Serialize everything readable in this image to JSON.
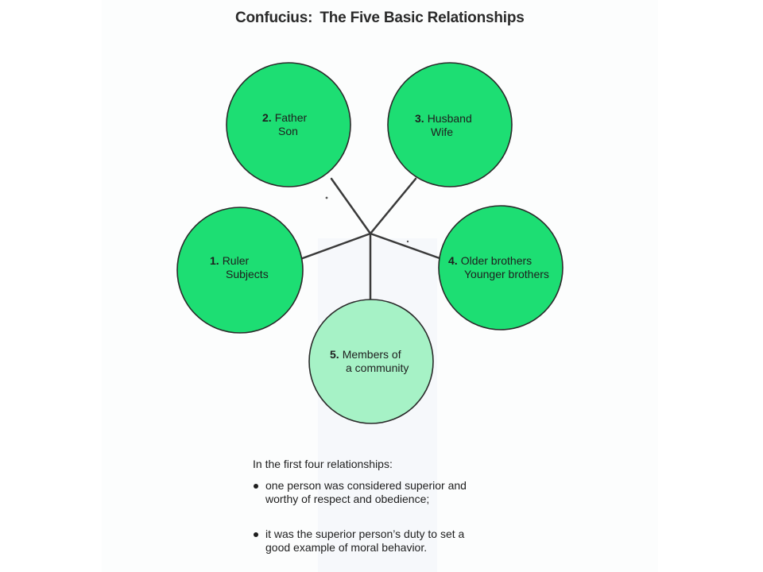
{
  "title": {
    "prefix": "Confucius:",
    "main": "The Five Basic Relationships"
  },
  "nodes": [
    {
      "number": "1.",
      "line1": "Ruler",
      "line2": "Subjects",
      "fill": "#1dde73"
    },
    {
      "number": "2.",
      "line1": "Father",
      "line2": "Son",
      "fill": "#1dde73"
    },
    {
      "number": "3.",
      "line1": "Husband",
      "line2": "Wife",
      "fill": "#1dde73"
    },
    {
      "number": "4.",
      "line1": "Older brothers",
      "line2": "Younger brothers",
      "fill": "#1dde73"
    },
    {
      "number": "5.",
      "line1": "Members of",
      "line2": "a community",
      "fill": "#a6f2c6"
    }
  ],
  "notes": {
    "intro": "In the first four relationships:",
    "bullets": [
      {
        "line1": "one person was considered superior and",
        "line2": "worthy of respect and obedience;"
      },
      {
        "line1": "it was the superior person’s duty to set a",
        "line2": "good example of moral behavior."
      }
    ]
  },
  "colors": {
    "circle_outline": "#2a2a2a",
    "connector": "#3a3a3a"
  }
}
